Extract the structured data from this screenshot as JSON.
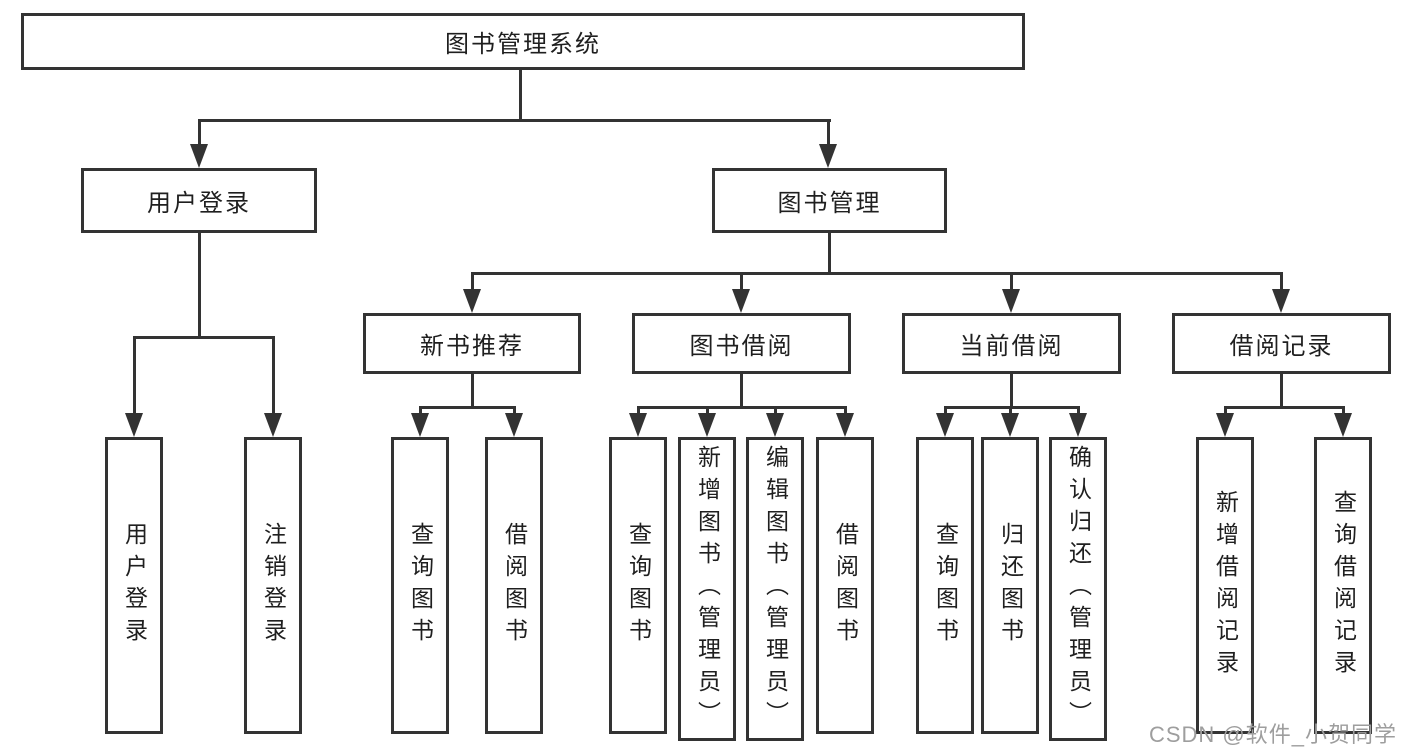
{
  "diagram": {
    "title": "图书管理系统",
    "root": {
      "label": "图书管理系统"
    },
    "branches": {
      "user_login": {
        "label": "用户登录"
      },
      "book_mgmt": {
        "label": "图书管理"
      }
    },
    "modules": {
      "new_book": {
        "label": "新书推荐"
      },
      "book_borrow": {
        "label": "图书借阅"
      },
      "current_borrow": {
        "label": "当前借阅"
      },
      "borrow_record": {
        "label": "借阅记录"
      }
    },
    "leaves": {
      "user_login": [
        {
          "label": "用户登录"
        },
        {
          "label": "注销登录"
        }
      ],
      "new_book": [
        {
          "label": "查询图书"
        },
        {
          "label": "借阅图书"
        }
      ],
      "book_borrow": [
        {
          "label": "查询图书"
        },
        {
          "label": "新增图书（管理员）"
        },
        {
          "label": "编辑图书（管理员）"
        },
        {
          "label": "借阅图书"
        }
      ],
      "current_borrow": [
        {
          "label": "查询图书"
        },
        {
          "label": "归还图书"
        },
        {
          "label": "确认归还（管理员）"
        }
      ],
      "borrow_record": [
        {
          "label": "新增借阅记录"
        },
        {
          "label": "查询借阅记录"
        }
      ]
    },
    "watermark": "CSDN @软件_小贺同学",
    "colors": {
      "line": "#333333",
      "text": "#1f1f1f",
      "box_background": "#ffffff",
      "watermark": "#9e9e9e",
      "background": "#ffffff"
    }
  }
}
